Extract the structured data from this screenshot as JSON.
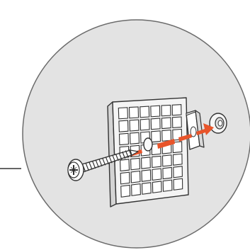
{
  "illustration": {
    "subject": "screw-wall-plug-installation",
    "colors": {
      "background": "#ffffff",
      "circle_fill": "#e3e3e3",
      "circle_stroke": "#6b6b6b",
      "line": "#333333",
      "panel_fill": "#f4f4f4",
      "panel_stroke": "#333333",
      "arrow": "#e8542a",
      "screw_fill": "#ffffff"
    },
    "grid": {
      "rows": 7,
      "cols": 6
    },
    "icons": [
      "screw-icon",
      "wall-plug-panel-icon",
      "spacer-block-icon",
      "washer-icon",
      "direction-arrow-icon"
    ]
  }
}
